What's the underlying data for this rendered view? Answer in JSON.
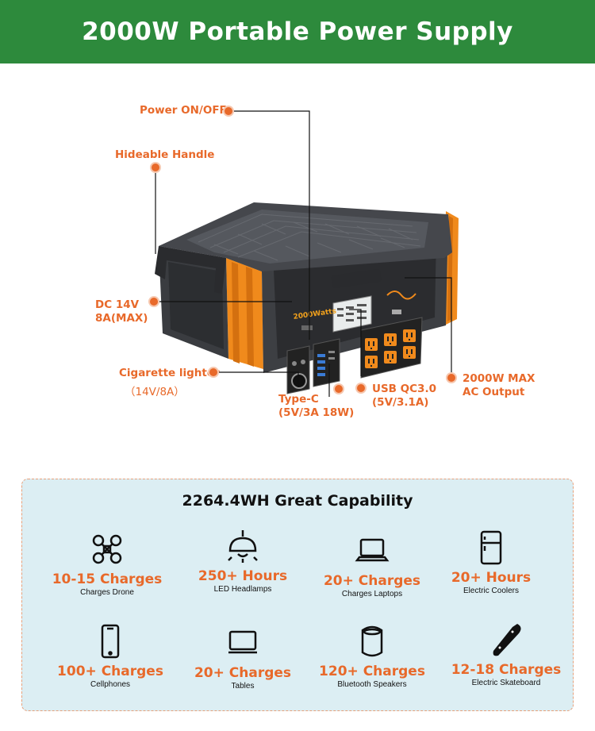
{
  "header": {
    "title": "2000W Portable Power Supply"
  },
  "colors": {
    "banner": "#2d8a3c",
    "accent": "#e8692a",
    "panel": "#dceef3"
  },
  "device": {
    "brand_text": "2000Watts"
  },
  "callouts": {
    "power": "Power ON/OFF",
    "handle": "Hideable Handle",
    "dc_line1": "DC 14V",
    "dc_line2": "8A(MAX)",
    "cig_line1": "Cigarette lighter",
    "cig_line2": "（14V/8A）",
    "typec_line1": "Type-C",
    "typec_line2": "(5V/3A 18W)",
    "usb_line1": "USB QC3.0",
    "usb_line2": "(5V/3.1A)",
    "ac_line1": "2000W MAX",
    "ac_line2": "AC Output"
  },
  "capability": {
    "title": "2264.4WH Great Capability",
    "items": [
      {
        "icon": "drone-icon",
        "value": "10-15 Charges",
        "label": "Charges Drone"
      },
      {
        "icon": "lamp-icon",
        "value": "250+ Hours",
        "label": "LED Headlamps"
      },
      {
        "icon": "laptop-icon",
        "value": "20+ Charges",
        "label": "Charges Laptops"
      },
      {
        "icon": "fridge-icon",
        "value": "20+ Hours",
        "label": "Electric Coolers"
      },
      {
        "icon": "phone-icon",
        "value": "100+ Charges",
        "label": "Cellphones"
      },
      {
        "icon": "tablet-icon",
        "value": "20+ Charges",
        "label": "Tables"
      },
      {
        "icon": "speaker-icon",
        "value": "120+ Charges",
        "label": "Bluetooth Speakers"
      },
      {
        "icon": "skateboard-icon",
        "value": "12-18 Charges",
        "label": "Electric Skateboard"
      }
    ]
  }
}
